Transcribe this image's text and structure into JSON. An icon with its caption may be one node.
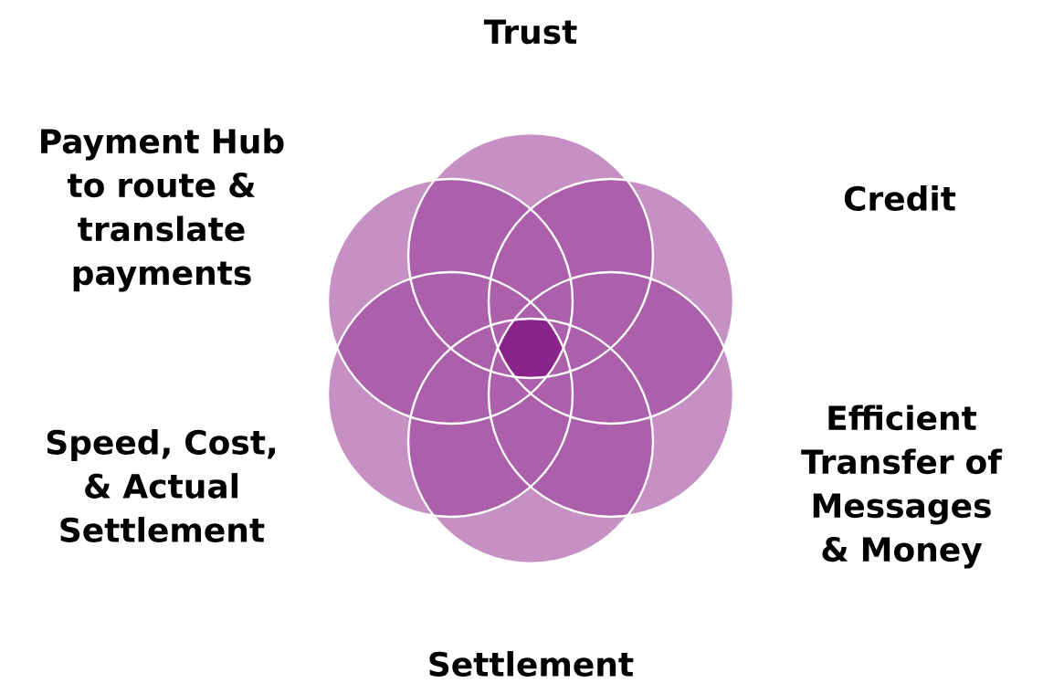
{
  "diagram": {
    "labels": [
      "Trust",
      "Credit",
      "Payment Hub to route & translate payments",
      "Efficient Transfer of Messages & Money",
      "Speed, Cost, & Actual Settlement",
      "Settlement"
    ]
  }
}
